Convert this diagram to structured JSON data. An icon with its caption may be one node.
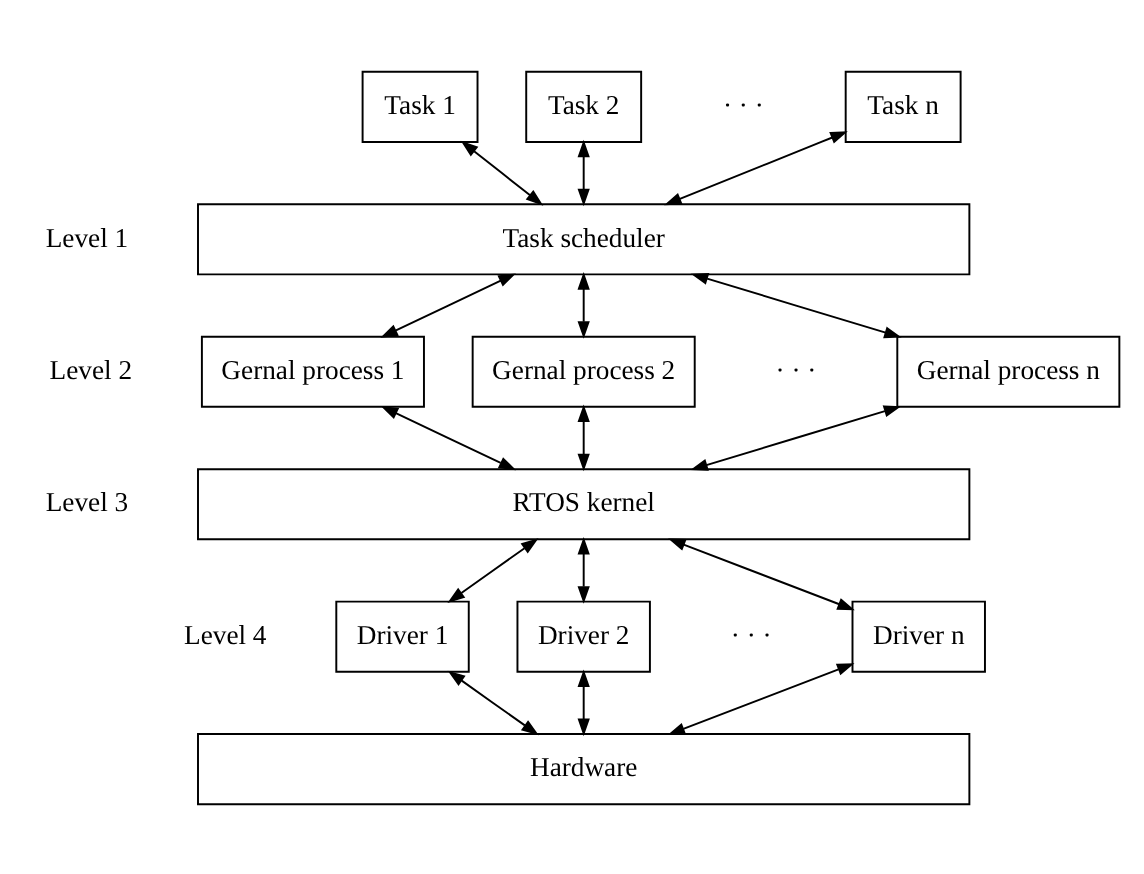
{
  "diagram": {
    "nodes": [
      {
        "text": [
          "Task 1"
        ]
      },
      {
        "text": [
          "Task 2"
        ]
      },
      {
        "text": [
          "Task n"
        ]
      },
      {
        "text": [
          "Task scheduler"
        ]
      },
      {
        "text": [
          "Gernal process 1"
        ]
      },
      {
        "text": [
          "Gernal process 2"
        ]
      },
      {
        "text": [
          "Gernal process n"
        ]
      },
      {
        "text": [
          "RTOS kernel"
        ]
      },
      {
        "text": [
          "Driver 1"
        ]
      },
      {
        "text": [
          "Driver 2"
        ]
      },
      {
        "text": [
          "Driver n"
        ]
      },
      {
        "text": [
          "Hardware"
        ]
      }
    ],
    "edges": [
      {
        "from": 0,
        "to": 3,
        "arrow": "both"
      },
      {
        "from": 1,
        "to": 3,
        "arrow": "both"
      },
      {
        "from": 2,
        "to": 3,
        "arrow": "both"
      },
      {
        "from": 3,
        "to": 4,
        "arrow": "both"
      },
      {
        "from": 3,
        "to": 5,
        "arrow": "both"
      },
      {
        "from": 3,
        "to": 6,
        "arrow": "both"
      },
      {
        "from": 4,
        "to": 7,
        "arrow": "both"
      },
      {
        "from": 5,
        "to": 7,
        "arrow": "both"
      },
      {
        "from": 6,
        "to": 7,
        "arrow": "both"
      },
      {
        "from": 7,
        "to": 8,
        "arrow": "both"
      },
      {
        "from": 7,
        "to": 9,
        "arrow": "both"
      },
      {
        "from": 7,
        "to": 10,
        "arrow": "both"
      },
      {
        "from": 8,
        "to": 11,
        "arrow": "both"
      },
      {
        "from": 9,
        "to": 11,
        "arrow": "both"
      },
      {
        "from": 10,
        "to": 11,
        "arrow": "both"
      }
    ],
    "labels": [
      "· · ·",
      "Level 1",
      "Level 2",
      "· · ·",
      "Level 3",
      "Level 4",
      "· · ·"
    ]
  }
}
